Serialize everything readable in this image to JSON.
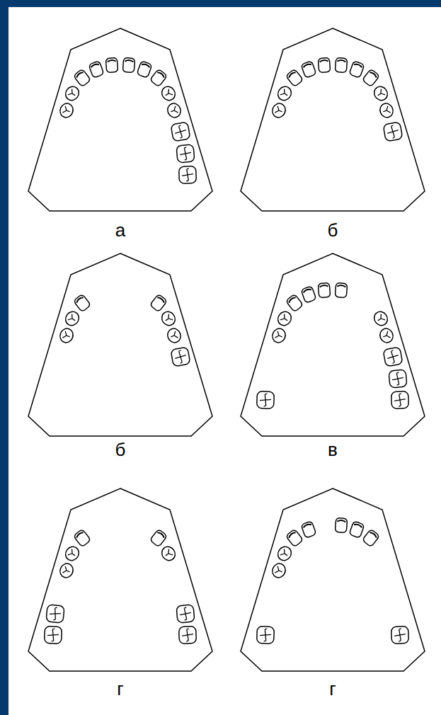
{
  "diagram": {
    "labels": [
      "а",
      "б",
      "б",
      "в",
      "г",
      "г"
    ]
  }
}
